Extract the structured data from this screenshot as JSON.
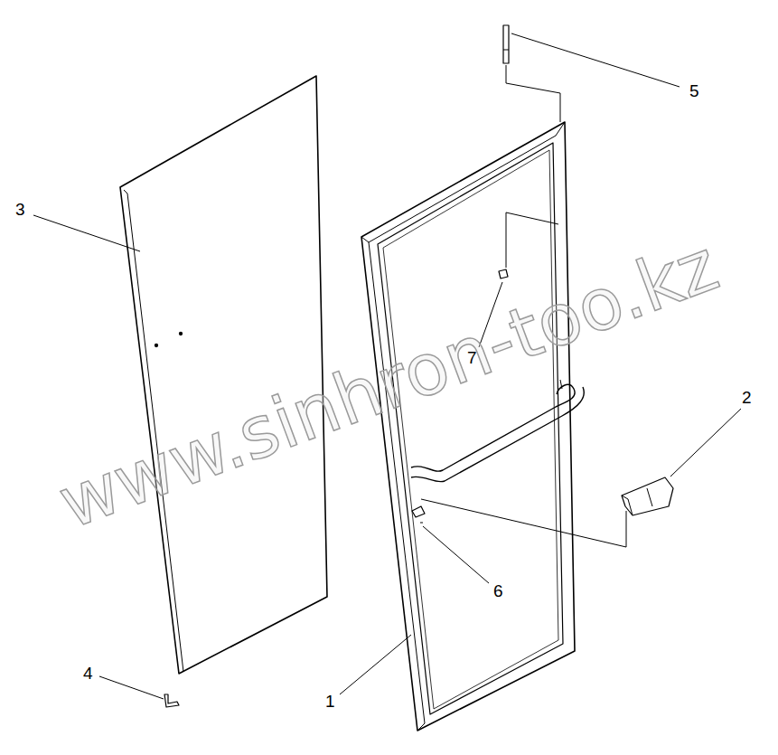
{
  "diagram": {
    "labels": [
      "3",
      "5",
      "7",
      "2",
      "6",
      "4",
      "1",
      "www.sinhron-too.kz"
    ]
  }
}
